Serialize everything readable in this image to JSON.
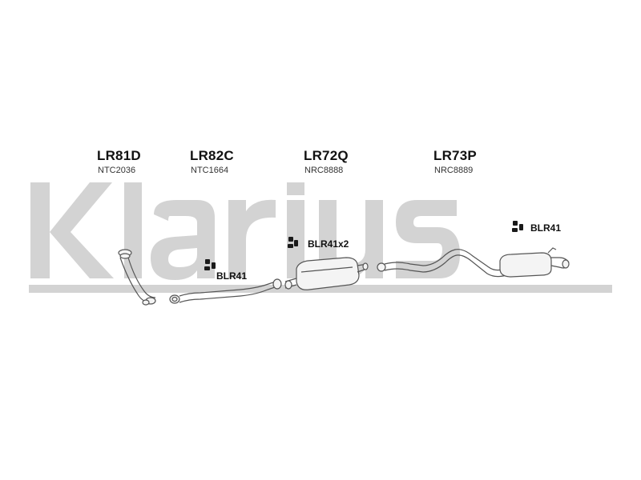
{
  "watermark": {
    "brand_text": "Klarius",
    "color": "#d3d3d3"
  },
  "parts": [
    {
      "code": "LR81D",
      "ref": "NTC2036"
    },
    {
      "code": "LR82C",
      "ref": "NTC1664"
    },
    {
      "code": "LR72Q",
      "ref": "NRC8888"
    },
    {
      "code": "LR73P",
      "ref": "NRC8889"
    }
  ],
  "clamps": [
    {
      "label": "BLR41"
    },
    {
      "label": "BLR41x2"
    },
    {
      "label": "BLR41"
    }
  ],
  "colors": {
    "line": "#555555",
    "text": "#111111",
    "clamp": "#1a1a1a"
  }
}
